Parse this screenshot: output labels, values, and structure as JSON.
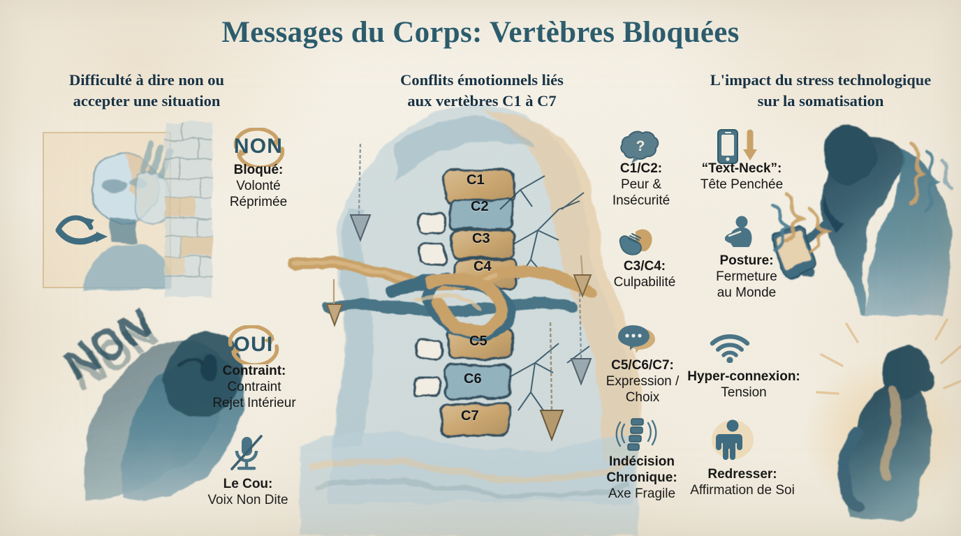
{
  "meta": {
    "title": "Messages du Corps: Vertèbres Bloquées",
    "accent_teal": "#2c5667",
    "accent_tan": "#c9a269",
    "ink": "#1b2a33",
    "paper": "#f7f3e9"
  },
  "columns": {
    "left": {
      "heading_line1": "Difficulté à dire non ou",
      "heading_line2": "accepter une situation"
    },
    "middle": {
      "heading_line1": "Conflits émotionnels liés",
      "heading_line2": "aux vertèbres C1 à C7"
    },
    "right": {
      "heading_line1": "L'impact du stress technologique",
      "heading_line2": "sur la somatisation"
    }
  },
  "left_items": [
    {
      "wordmark": "NON",
      "icon": "circular-arrows-icon",
      "title": "Bloqué:",
      "line1": "Volonté",
      "line2": "Réprimée"
    },
    {
      "wordmark": "OUI",
      "icon": "circular-arrows-icon",
      "title": "Contraint:",
      "line1": "Contraint",
      "line2": "Rejet Intérieur"
    },
    {
      "wordmark": "",
      "icon": "microphone-muted-icon",
      "title": "Le Cou:",
      "line1": "Voix Non Dite",
      "line2": ""
    }
  ],
  "left_art": [
    {
      "name": "figure-pushing-wall",
      "caption_alt": "Silhouette repoussant un mur de briques"
    },
    {
      "name": "bowed-figure-with-non-burden",
      "word": "NON"
    }
  ],
  "middle": {
    "vertebrae": [
      "C1",
      "C2",
      "C3",
      "C4",
      "C5",
      "C6",
      "C7"
    ],
    "art": [
      {
        "name": "neck-anatomy-watercolor"
      },
      {
        "name": "knotted-rope-around-neck"
      },
      {
        "name": "hanging-pendulum-left"
      },
      {
        "name": "hanging-pendulum-center"
      },
      {
        "name": "hanging-weight-right"
      }
    ]
  },
  "middle_items": [
    {
      "icon": "brain-question-icon",
      "title": "C1/C2:",
      "line1": "Peur &",
      "line2": "Insécurité"
    },
    {
      "icon": "hands-guilt-icon",
      "title": "C3/C4:",
      "line1": "Culpabilité",
      "line2": ""
    },
    {
      "icon": "speech-bubbles-icon",
      "title": "C5/C6/C7:",
      "line1": "Expression /",
      "line2": "Choix"
    },
    {
      "icon": "vibrating-spine-icon",
      "title_l1": "Indécision",
      "title_l2": "Chronique:",
      "line1": "Axe Fragile",
      "line2": ""
    }
  ],
  "right_items": [
    {
      "icon": "smartphone-down-arrow-icon",
      "title": "“Text-Neck”:",
      "line1": "Tête Penchée",
      "line2": ""
    },
    {
      "icon": "curled-person-icon",
      "title": "Posture:",
      "line1": "Fermeture",
      "line2": "au Monde"
    },
    {
      "icon": "wifi-icon",
      "title": "Hyper-connexion:",
      "line1": "Tension",
      "line2": ""
    },
    {
      "icon": "standing-person-icon",
      "title": "Redresser:",
      "line1": "Affirmation de Soi",
      "line2": ""
    }
  ],
  "right_art": [
    {
      "name": "person-hunched-over-phone"
    },
    {
      "name": "person-upright-radiating"
    }
  ]
}
